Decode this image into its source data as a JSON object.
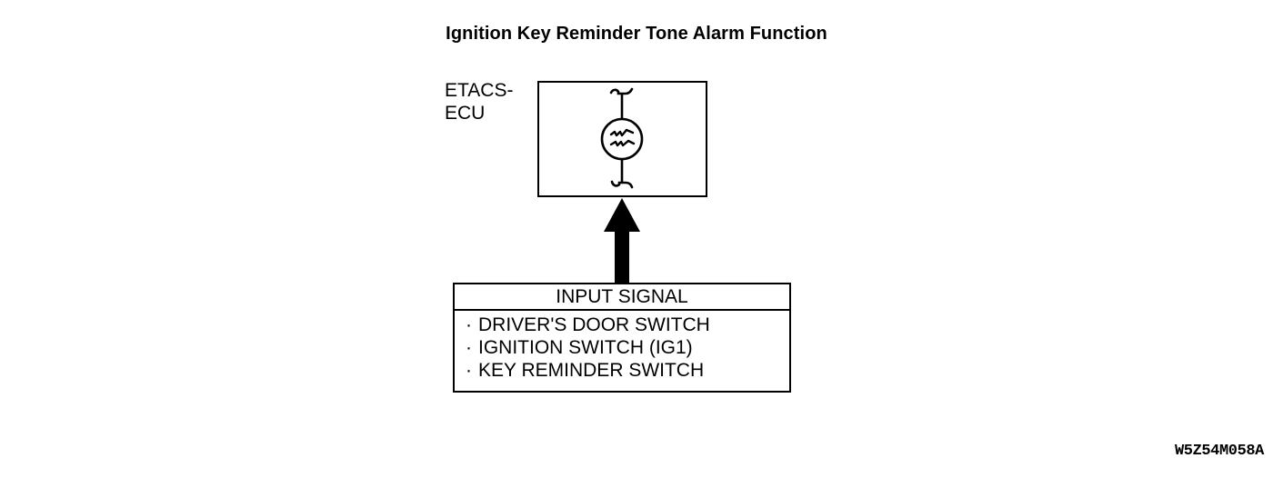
{
  "title": "Ignition Key Reminder Tone Alarm Function",
  "ecu": {
    "label": "ETACS-\nECU",
    "component_icon": "buzzer-icon"
  },
  "arrow": {
    "icon": "up-arrow-icon",
    "direction": "up"
  },
  "input_signal": {
    "header": "INPUT SIGNAL",
    "bullet": "·",
    "items": [
      "DRIVER'S DOOR SWITCH",
      "IGNITION SWITCH (IG1)",
      "KEY REMINDER SWITCH"
    ]
  },
  "reference_code": "W5Z54M058A",
  "colors": {
    "stroke": "#000000",
    "background": "#ffffff"
  }
}
